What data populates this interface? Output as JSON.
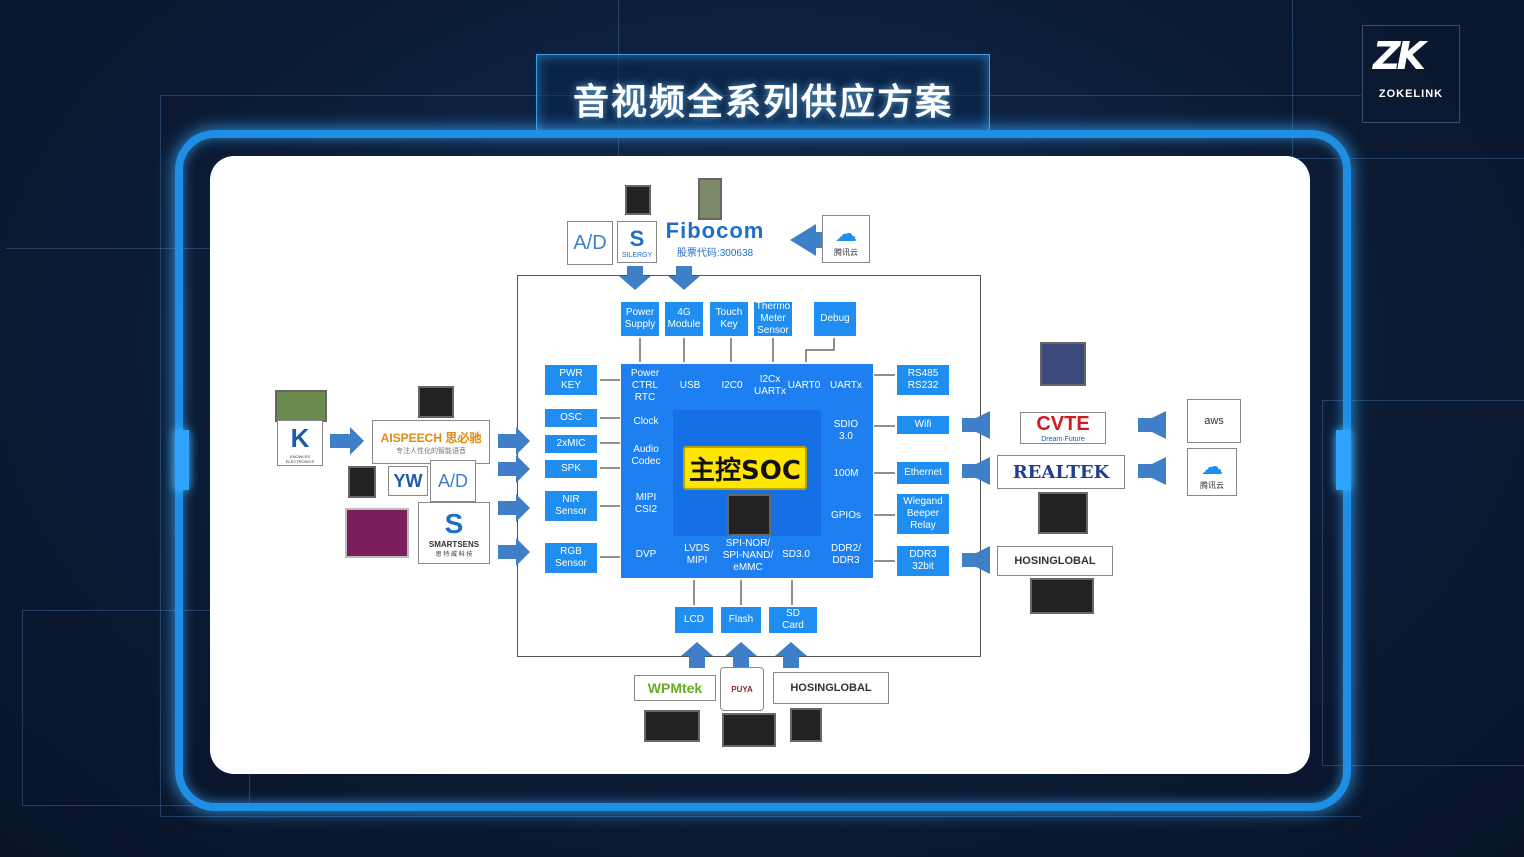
{
  "title": "音视频全系列供应方案",
  "logo": {
    "mark": "ZK",
    "name": "ZOKELINK"
  },
  "soc_label": "主控SOC",
  "core_cells": {
    "power_ctrl": "Power\nCTRL\nRTC",
    "usb": "USB",
    "i2c0": "I2C0",
    "i2cx": "I2Cx\nUARTx",
    "uart0": "UART0",
    "uartx": "UARTx",
    "clock": "Clock",
    "audio": "Audio\nCodec",
    "mipi_csi": "MIPI\nCSI2",
    "dvp": "DVP",
    "lvds": "LVDS\nMIPI",
    "spi": "SPI-NOR/\nSPI-NAND/\neMMC",
    "sd30": "SD3.0",
    "sdio": "SDIO\n3.0",
    "m100": "100M",
    "gpios": "GPIOs",
    "ddr": "DDR2/\nDDR3"
  },
  "top_modules": [
    "Power\nSupply",
    "4G\nModule",
    "Touch\nKey",
    "Thermo\nMeter\nSensor",
    "Debug"
  ],
  "left_modules": [
    "PWR\nKEY",
    "OSC",
    "2xMIC",
    "SPK",
    "NIR\nSensor",
    "RGB\nSensor"
  ],
  "right_modules": [
    "RS485\nRS232",
    "Wifi",
    "Ethernet",
    "Wiegand\nBeeper\nRelay",
    "DDR3\n32bit"
  ],
  "bottom_modules": [
    "LCD",
    "Flash",
    "SD\nCard"
  ],
  "brands": {
    "fibocom": "Fibocom",
    "fibocom_code": "股票代码:300638",
    "silergy": "SILERGY",
    "tencent": "腾讯云",
    "aispeech": "AISPEECH 思必驰",
    "aispeech_sub": "专注人性化的智能语音",
    "knowles": "KNOWLES ELECTRONICS",
    "yw": "YW",
    "smartsens": "SMARTSENS",
    "smartsens_sub": "思 特 威 科 技",
    "aws": "aws",
    "cvte": "CVTE",
    "cvte_sub": "Dream·Future",
    "realtek": "REALTEK",
    "hosinglobal": "HOSINGLOBAL",
    "wpmtek": "WPMtek",
    "puya": "PUYA"
  },
  "colors": {
    "accent": "#1f8ef0",
    "frame": "#1f8fe6",
    "soc": "#ffe600",
    "background": "#0b1a33"
  }
}
